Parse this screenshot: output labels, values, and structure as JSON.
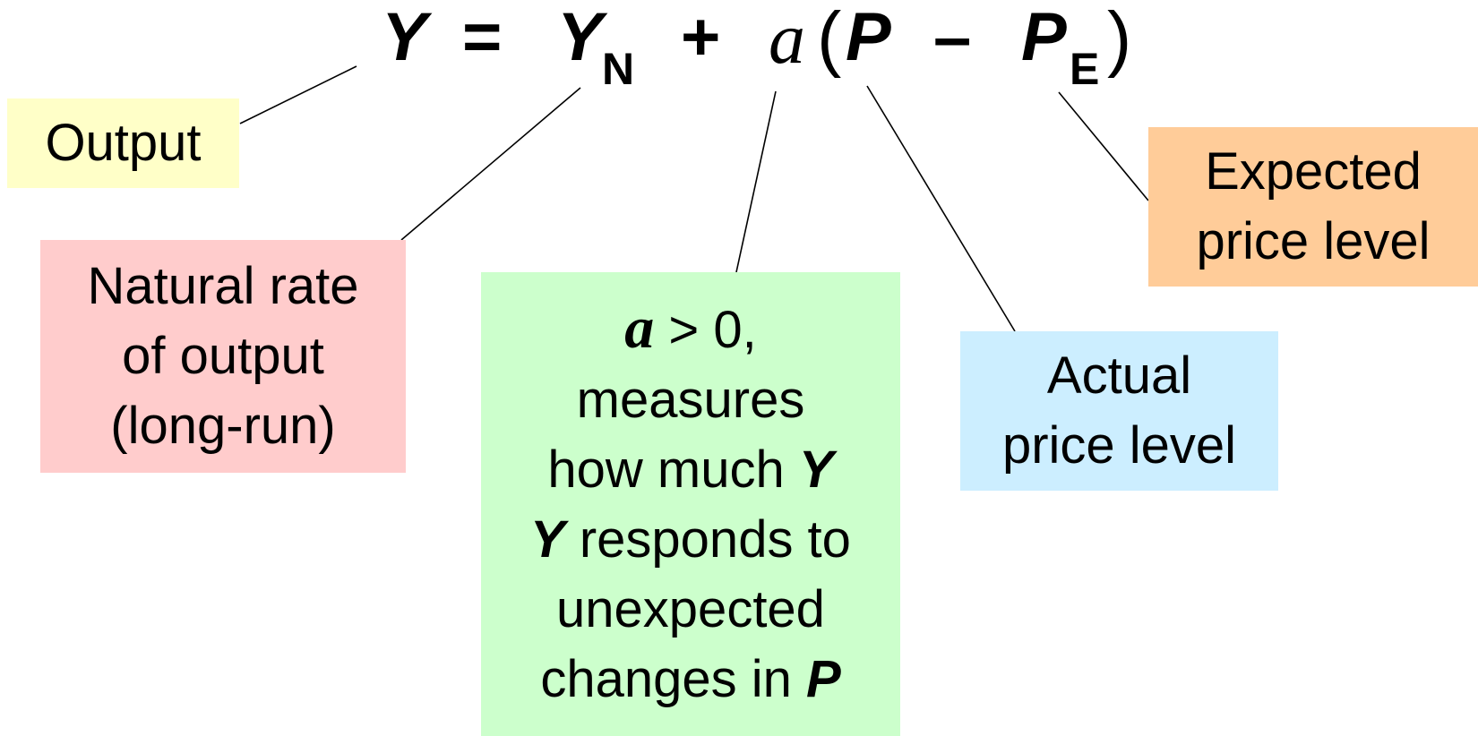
{
  "colors": {
    "output_box": "#ffffc8",
    "natural_rate_box": "#ffcccc",
    "coefficient_box": "#ccffcc",
    "actual_price_box": "#cceeff",
    "expected_price_box": "#ffcc99",
    "connector_line": "#000000"
  },
  "equation": {
    "y": "Y",
    "equals": "=",
    "yn_base": "Y",
    "yn_sub": "N",
    "plus": "+",
    "coef": "a",
    "open_paren": "(",
    "p": "P",
    "minus": "–",
    "pe_base": "P",
    "pe_sub": "E",
    "close_paren": ")"
  },
  "labels": {
    "output": "Output",
    "natural_rate": [
      "Natural rate",
      "of output",
      "(long-run)"
    ],
    "coefficient": {
      "symbol": "a",
      "condition": " > 0,",
      "line2": "measures",
      "line3_text": "how much ",
      "line3_var": "Y",
      "line4_var": "Y",
      "line4_text": " responds to",
      "line5": "unexpected",
      "line6_text": "changes in ",
      "line6_var": "P"
    },
    "actual_price": [
      "Actual",
      "price level"
    ],
    "expected_price": [
      "Expected",
      "price level"
    ]
  }
}
